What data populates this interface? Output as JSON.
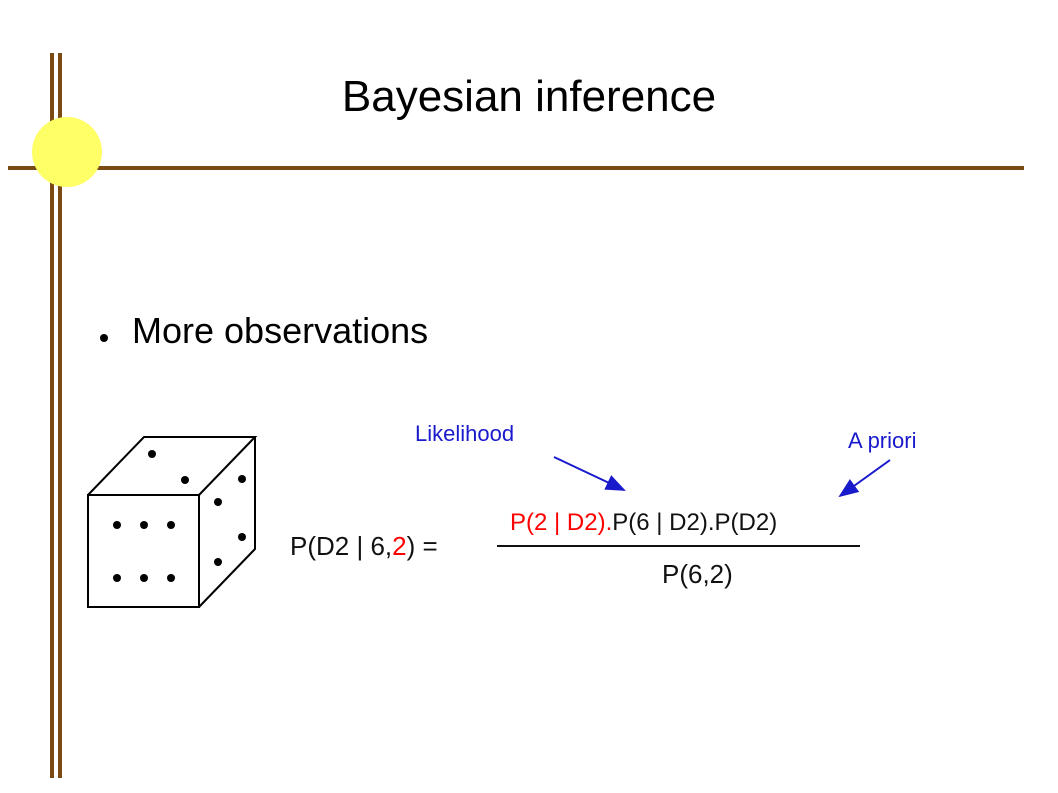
{
  "slide": {
    "title": "Bayesian inference",
    "bullet": "More observations",
    "annotations": {
      "likelihood": "Likelihood",
      "prior": "A priori"
    },
    "equation": {
      "lhs_prefix": "P(D2 | 6,",
      "lhs_red": "2",
      "lhs_suffix": ") =",
      "numerator_red": "P(2 | D2).",
      "numerator_rest": "P(6 | D2).P(D2)",
      "denominator": "P(6,2)"
    },
    "colors": {
      "frame": "#7a4a12",
      "circle": "#ffff66",
      "annotation": "#1a1acd",
      "highlight": "#ff0000"
    }
  }
}
